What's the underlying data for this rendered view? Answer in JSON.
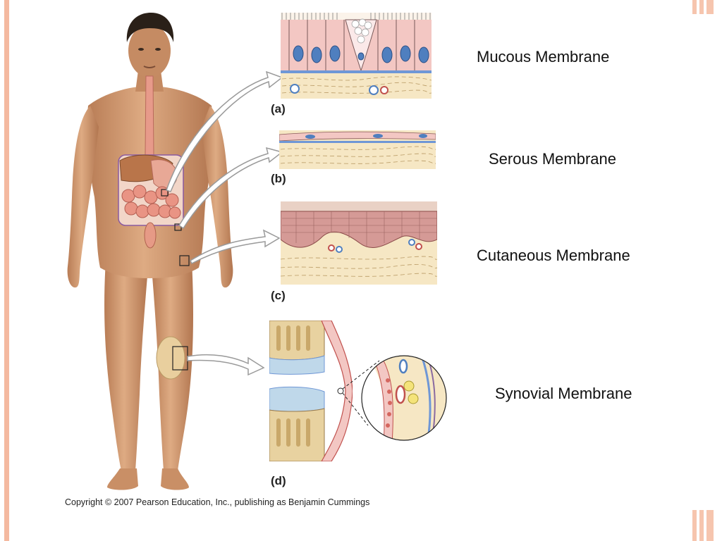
{
  "panel_letters": {
    "a": "(a)",
    "b": "(b)",
    "c": "(c)",
    "d": "(d)"
  },
  "membranes": {
    "mucous": "Mucous Membrane",
    "serous": "Serous Membrane",
    "cutaneous": "Cutaneous Membrane",
    "synovial": "Synovial Membrane"
  },
  "copyright": "Copyright © 2007 Pearson Education, Inc., publishing as Benjamin Cummings",
  "colors": {
    "skin": "#d9a47c",
    "skin_shadow": "#b9805a",
    "hair": "#2a2018",
    "epithelium": "#f3c7c3",
    "nucleus": "#4f7fbf",
    "connective": "#f6e7c4",
    "basement": "#6f97d6",
    "keratin": "#d59a96",
    "cartilage": "#bfd8ea",
    "bone": "#e8d2a0",
    "slide_accent": "#f4b9a0"
  }
}
